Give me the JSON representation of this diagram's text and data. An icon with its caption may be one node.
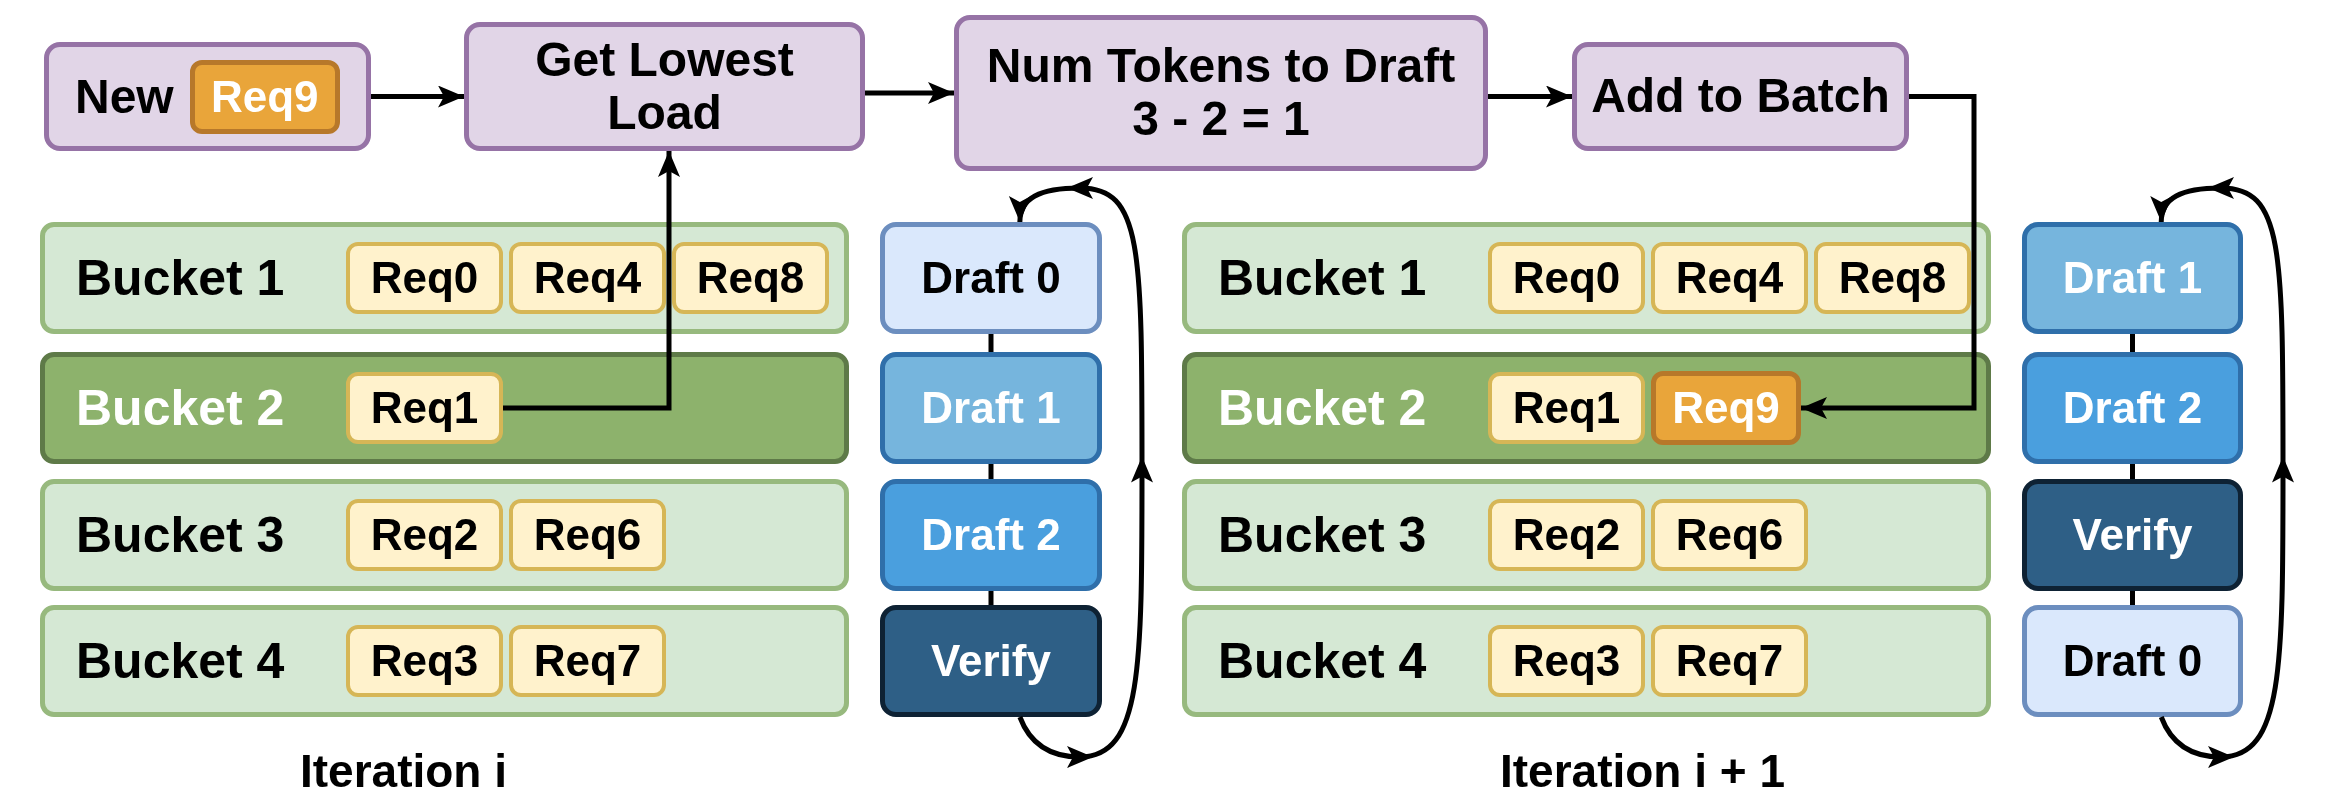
{
  "diagram": {
    "nodes": [
      {
        "text": [
          "New"
        ]
      },
      {
        "text": [
          "Req9"
        ],
        "in": 0
      },
      {
        "text": [
          "Get Lowest Load"
        ]
      },
      {
        "text": [
          "Num Tokens to Draft",
          "3 - 2 = 1"
        ]
      },
      {
        "text": [
          "Add to Batch"
        ]
      },
      {
        "text": [
          "Bucket 1"
        ]
      },
      {
        "text": [
          "Req0"
        ],
        "in": 5
      },
      {
        "text": [
          "Req4"
        ],
        "in": 5
      },
      {
        "text": [
          "Req8"
        ],
        "in": 5
      },
      {
        "text": [
          "Bucket 2"
        ]
      },
      {
        "text": [
          "Req1"
        ],
        "in": 9
      },
      {
        "text": [
          "Bucket 3"
        ]
      },
      {
        "text": [
          "Req2"
        ],
        "in": 11
      },
      {
        "text": [
          "Req6"
        ],
        "in": 11
      },
      {
        "text": [
          "Bucket 4"
        ]
      },
      {
        "text": [
          "Req3"
        ],
        "in": 14
      },
      {
        "text": [
          "Req7"
        ],
        "in": 14
      },
      {
        "text": [
          "Draft 0"
        ]
      },
      {
        "text": [
          "Draft 1"
        ]
      },
      {
        "text": [
          "Draft 2"
        ]
      },
      {
        "text": [
          "Verify"
        ]
      },
      {
        "text": [
          "Bucket 1"
        ]
      },
      {
        "text": [
          "Req0"
        ],
        "in": 21
      },
      {
        "text": [
          "Req4"
        ],
        "in": 21
      },
      {
        "text": [
          "Req8"
        ],
        "in": 21
      },
      {
        "text": [
          "Bucket 2"
        ]
      },
      {
        "text": [
          "Req1"
        ],
        "in": 25
      },
      {
        "text": [
          "Req9"
        ],
        "in": 25
      },
      {
        "text": [
          "Bucket 3"
        ]
      },
      {
        "text": [
          "Req2"
        ],
        "in": 28
      },
      {
        "text": [
          "Req6"
        ],
        "in": 28
      },
      {
        "text": [
          "Bucket 4"
        ]
      },
      {
        "text": [
          "Req3"
        ],
        "in": 31
      },
      {
        "text": [
          "Req7"
        ],
        "in": 31
      },
      {
        "text": [
          "Draft 1"
        ]
      },
      {
        "text": [
          "Draft 2"
        ]
      },
      {
        "text": [
          "Verify"
        ]
      },
      {
        "text": [
          "Draft 0"
        ]
      }
    ],
    "edges": [
      {
        "from": 0,
        "to": 2,
        "arrow": "to"
      },
      {
        "from": 2,
        "to": 3,
        "arrow": "to"
      },
      {
        "from": 3,
        "to": 4,
        "arrow": "to"
      },
      {
        "from": 10,
        "to": 2,
        "arrow": "to"
      },
      {
        "from": 4,
        "to": 27,
        "arrow": "to"
      },
      {
        "from": 17,
        "to": 18,
        "arrow": "none"
      },
      {
        "from": 18,
        "to": 19,
        "arrow": "none"
      },
      {
        "from": 19,
        "to": 20,
        "arrow": "none"
      },
      {
        "from": 20,
        "to": 17,
        "arrow": "to"
      },
      {
        "from": 34,
        "to": 35,
        "arrow": "none"
      },
      {
        "from": 35,
        "to": 36,
        "arrow": "none"
      },
      {
        "from": 36,
        "to": 37,
        "arrow": "none"
      },
      {
        "from": 37,
        "to": 34,
        "arrow": "to"
      }
    ],
    "labels": [
      "Iteration i",
      "Iteration i + 1"
    ]
  }
}
